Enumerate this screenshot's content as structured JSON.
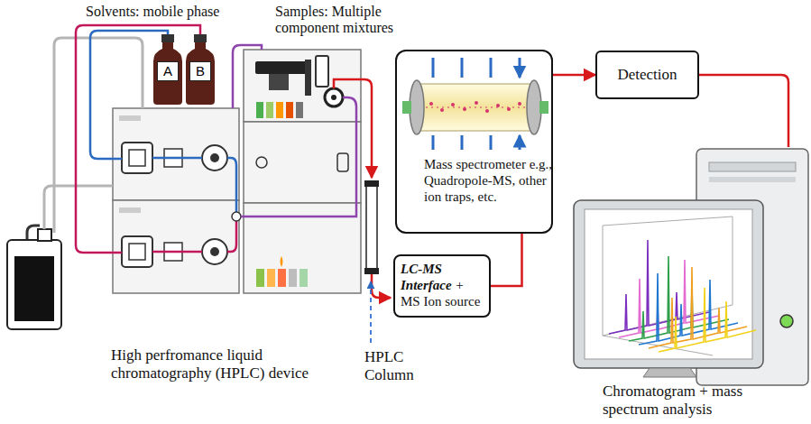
{
  "diagram": {
    "nodes": [
      {
        "text": [
          "A"
        ]
      },
      {
        "text": [
          "B"
        ]
      },
      {
        "text": [
          "Mass spectrometer e.g., Quadropole-MS, other ion traps, etc."
        ]
      },
      {
        "text": [
          "Detection"
        ]
      },
      {
        "text": [
          "LC-MS Interface",
          "+",
          "MS Ion source"
        ]
      }
    ],
    "edges": [
      {
        "from": 4,
        "to": 2,
        "arrow": "none"
      },
      {
        "from": 2,
        "to": 3,
        "arrow": "to"
      }
    ],
    "labels": [
      "Solvents: mobile phase",
      "Samples: Multiple component mixtures",
      "High perfromance liquid chromatography (HPLC) device",
      "HPLC Column",
      "Chromatogram + mass spectrum analysis"
    ]
  }
}
